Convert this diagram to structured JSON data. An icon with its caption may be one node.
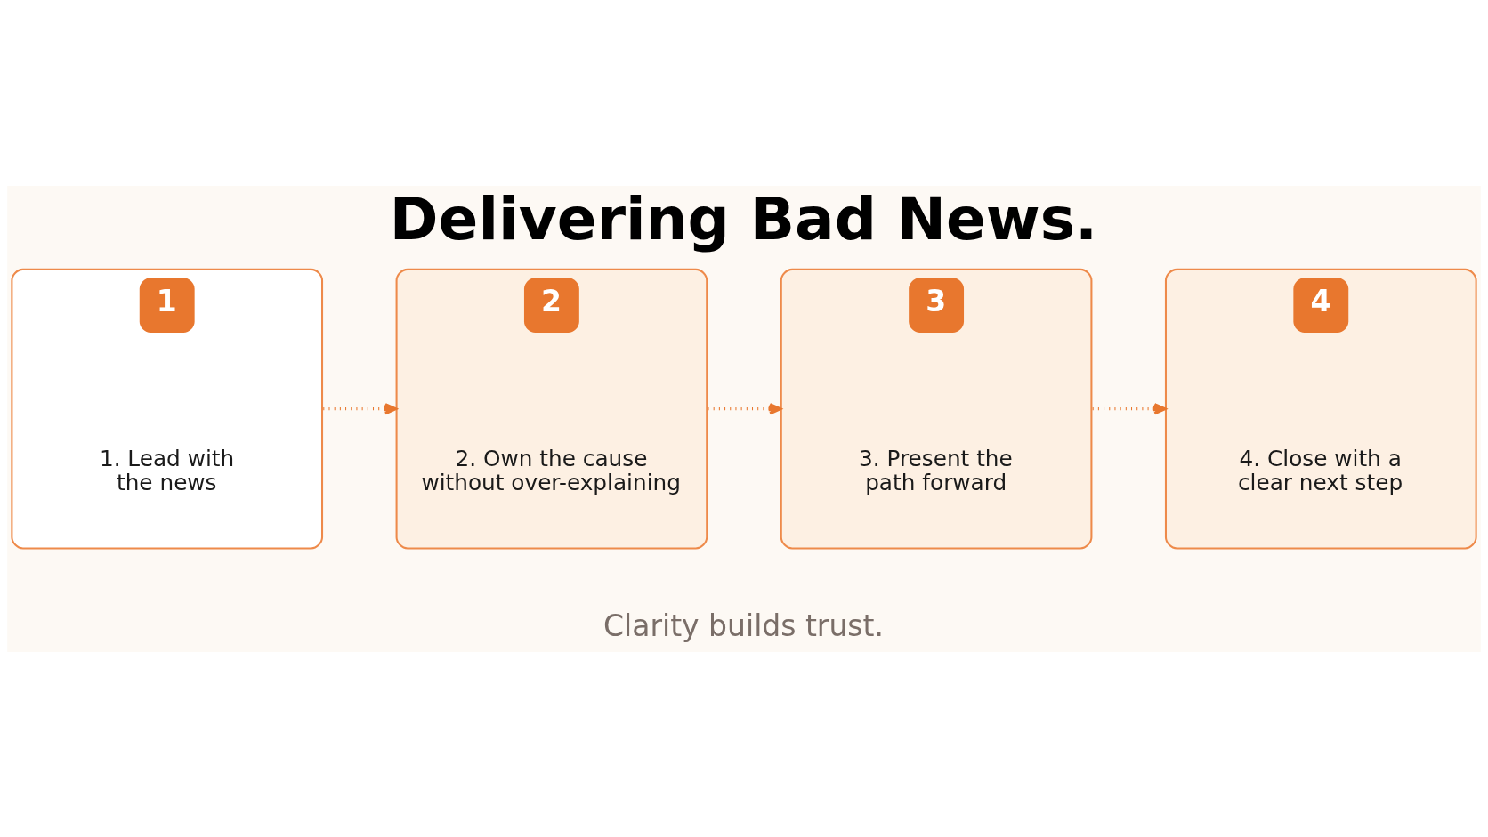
{
  "diagram": {
    "title": "Delivering Bad News.",
    "caption": "Clarity builds trust.",
    "nodes": [
      {
        "text": [
          "1",
          "1. Lead with the news"
        ]
      },
      {
        "text": [
          "2",
          "2. Own the cause without over-explaining"
        ]
      },
      {
        "text": [
          "3",
          "3. Present the path forward"
        ]
      },
      {
        "text": [
          "4",
          "4. Close with a clear next step"
        ]
      }
    ],
    "edges": [
      {
        "from": 0,
        "to": 1,
        "arrow": "to",
        "style": "dashed"
      },
      {
        "from": 1,
        "to": 2,
        "arrow": "to",
        "style": "dashed"
      },
      {
        "from": 2,
        "to": 3,
        "arrow": "to",
        "style": "dashed"
      }
    ]
  }
}
